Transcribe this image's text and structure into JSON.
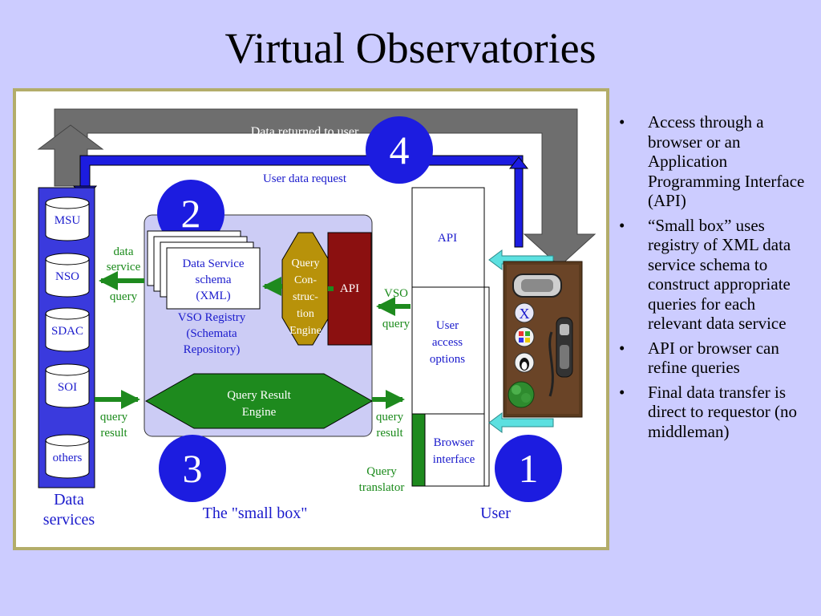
{
  "title": "Virtual Observatories",
  "bullets": [
    "Access through a browser or an Application Programming Interface (API)",
    "“Small box” uses registry of XML data service schema to construct appropriate queries for each relevant data service",
    "API or browser can refine queries",
    "Final data transfer is direct to requestor (no middleman)"
  ],
  "diagram": {
    "data_returned": "Data returned to user",
    "user_data_request": "User data request",
    "step_numbers": [
      "1",
      "2",
      "3",
      "4"
    ],
    "data_services": [
      "MSU",
      "NSO",
      "SDAC",
      "SOI",
      "others"
    ],
    "data_services_label_line1": "Data",
    "data_services_label_line2": "services",
    "data_service_line1": "data",
    "data_service_line2": "service",
    "query": "query",
    "query_result_line1": "query",
    "query_result_line2": "result",
    "schema_line1": "Data Service",
    "schema_line2": "schema",
    "schema_line3": "(XML)",
    "registry_line1": "VSO Registry",
    "registry_line2": "(Schemata",
    "registry_line3": "Repository)",
    "qce_lines": [
      "Query",
      "Con-",
      "struc-",
      "tion",
      "Engine"
    ],
    "api": "API",
    "vso": "VSO",
    "vso_query": "query",
    "qre_line1": "Query Result",
    "qre_line2": "Engine",
    "small_box_label": "The \"small box\"",
    "user_api": "API",
    "user_access_line1": "User",
    "user_access_line2": "access",
    "user_access_line3": "options",
    "browser_line1": "Browser",
    "browser_line2": "interface",
    "query_translator_line1": "Query",
    "query_translator_line2": "translator",
    "user_label": "User",
    "os_icons": [
      "X"
    ]
  },
  "colors": {
    "background": "#ccccff",
    "frame_border": "#b3ad6a",
    "blue_badge": "#1c1ce0",
    "data_services_blue": "#3a3add",
    "arrow_green": "#1e8a1e",
    "qce_gold": "#b8920a",
    "api_red": "#8b1010",
    "small_box_fill": "#ccccf5",
    "gray_arrow": "#6e6e6e",
    "cyan_arrow": "#5ce0e0",
    "blue_text": "#1a1acc",
    "green_text": "#1a8a1a"
  }
}
